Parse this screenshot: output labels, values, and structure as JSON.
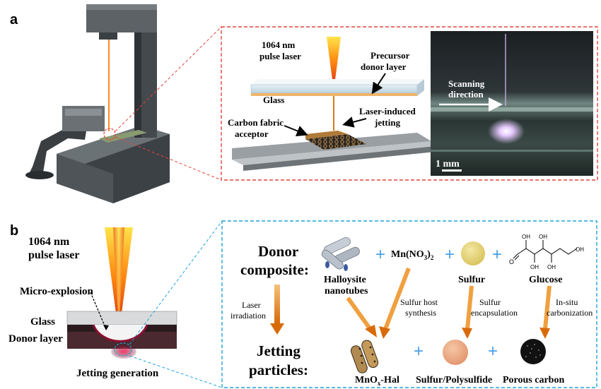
{
  "panel_a": {
    "letter": "a",
    "laser_label_1": "1064 nm",
    "laser_label_2": "pulse laser",
    "precursor_1": "Precursor",
    "precursor_2": "donor layer",
    "glass": "Glass",
    "jetting_1": "Laser-induced",
    "jetting_2": "jetting",
    "acceptor_1": "Carbon fabric",
    "acceptor_2": "acceptor",
    "photo_scan_1": "Scanning",
    "photo_scan_2": "direction",
    "scale_bar": "1 mm"
  },
  "panel_b": {
    "letter": "b",
    "laser_label_1": "1064 nm",
    "laser_label_2": "pulse laser",
    "micro_explosion": "Micro-explosion",
    "glass": "Glass",
    "donor_layer": "Donor layer",
    "jetting_generation": "Jetting generation",
    "donor_composite_1": "Donor",
    "donor_composite_2": "composite:",
    "jetting_particles_1": "Jetting",
    "jetting_particles_2": "particles:",
    "laser_irradiation_1": "Laser",
    "laser_irradiation_2": "irradiation",
    "halloysite_1": "Halloysite",
    "halloysite_2": "nanotubes",
    "mn_no3_main": "Mn(NO",
    "mn_no3_sub": "3",
    "mn_no3_close": ")",
    "mn_no3_sub2": "2",
    "sulfur": "Sulfur",
    "glucose": "Glucose",
    "sulfur_host_1": "Sulfur host",
    "sulfur_host_2": "synthesis",
    "sulfur_encap_1": "Sulfur",
    "sulfur_encap_2": "encapsulation",
    "insitu_1": "In-situ",
    "insitu_2": "carbonization",
    "mnox_main": "MnO",
    "mnox_sub": "x",
    "mnox_rest": "-Hal",
    "sulfur_poly": "Sulfur/Polysulfide",
    "porous_carbon": "Porous carbon",
    "plus": "+"
  },
  "colors": {
    "red_dashed": "#e0443c",
    "blue_dashed": "#1fa3d8",
    "arrow_orange": "#e07a10",
    "plus_blue": "#4aa0e6"
  }
}
